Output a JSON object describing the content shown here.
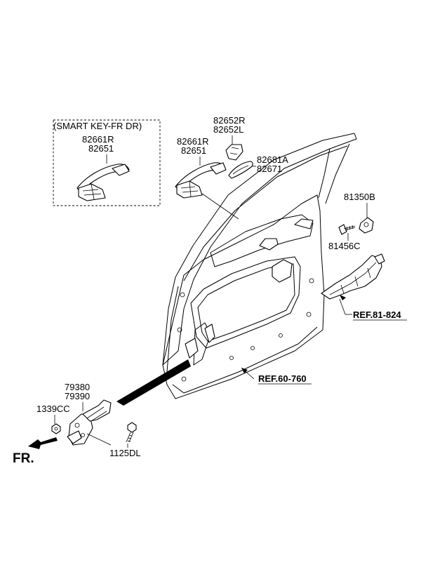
{
  "labels": {
    "smart_key_box_title": "(SMART KEY-FR DR)",
    "smart_key_handle_r": "82661R",
    "smart_key_handle_l": "82651",
    "handle_r": "82661R",
    "handle_l": "82651",
    "cover_r": "82652R",
    "cover_l": "82652L",
    "bezel_a": "82681A",
    "bezel_b": "82671",
    "striker": "81350B",
    "screw": "81456C",
    "checker_a": "79380",
    "checker_b": "79390",
    "nut": "1339CC",
    "bolt": "1125DL",
    "ref_latch": "REF.81-824",
    "ref_door": "REF.60-760",
    "front": "FR."
  },
  "colors": {
    "line": "#000000",
    "background": "#ffffff"
  }
}
